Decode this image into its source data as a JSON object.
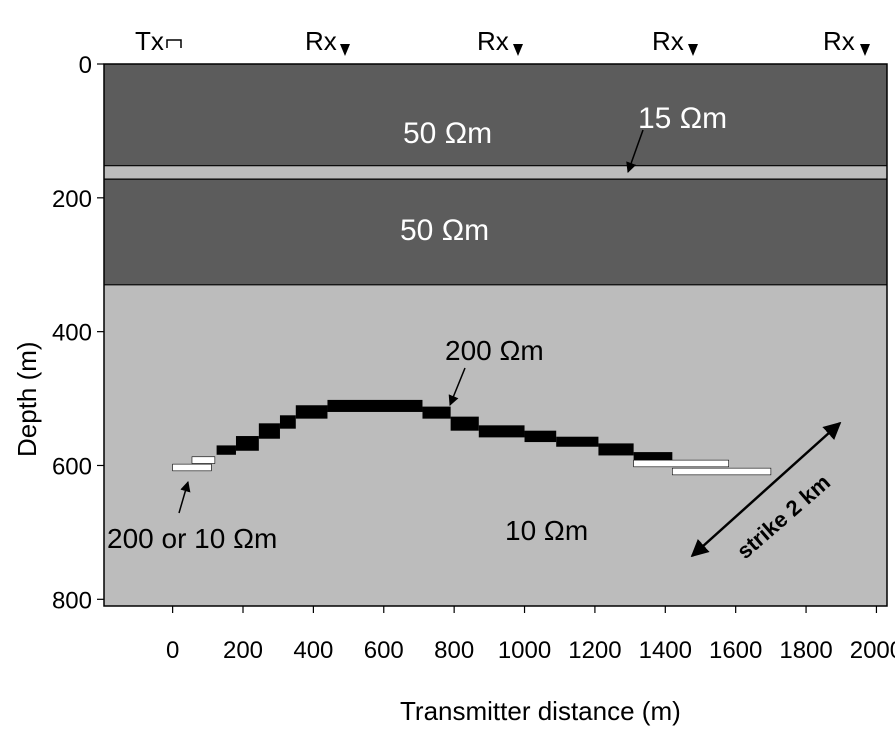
{
  "transmitter": {
    "label": "Tx",
    "x": 0
  },
  "receivers": [
    {
      "label": "Rx",
      "x": 500
    },
    {
      "label": "Rx",
      "x": 1000
    },
    {
      "label": "Rx",
      "x": 1500
    },
    {
      "label": "Rx",
      "x": 2000
    }
  ],
  "axes": {
    "x_title": "Transmitter distance (m)",
    "y_title": "Depth (m)",
    "x_ticks": [
      0,
      200,
      400,
      600,
      800,
      1000,
      1200,
      1400,
      1600,
      1800,
      2000
    ],
    "y_ticks": [
      0,
      200,
      400,
      600,
      800
    ],
    "x_range": [
      -195,
      2030
    ],
    "y_range": [
      0,
      810
    ]
  },
  "layers": [
    {
      "top": 0,
      "bottom": 152,
      "resistivity": "50 Ωm",
      "color": "#5c5c5c"
    },
    {
      "top": 152,
      "bottom": 172,
      "resistivity": "15 Ωm",
      "color": "#bcbcbc"
    },
    {
      "top": 172,
      "bottom": 330,
      "resistivity": "50 Ωm",
      "color": "#5c5c5c"
    },
    {
      "top": 330,
      "bottom": 810,
      "resistivity": "10 Ωm",
      "color": "#bcbcbc"
    }
  ],
  "reflector": {
    "label": "200 Ωm",
    "color": "#000000",
    "segments": [
      {
        "x0": 125,
        "x1": 180,
        "top": 570,
        "bottom": 584
      },
      {
        "x0": 180,
        "x1": 245,
        "top": 556,
        "bottom": 578
      },
      {
        "x0": 245,
        "x1": 305,
        "top": 537,
        "bottom": 560
      },
      {
        "x0": 305,
        "x1": 350,
        "top": 525,
        "bottom": 545
      },
      {
        "x0": 350,
        "x1": 440,
        "top": 510,
        "bottom": 530
      },
      {
        "x0": 440,
        "x1": 710,
        "top": 502,
        "bottom": 520
      },
      {
        "x0": 710,
        "x1": 790,
        "top": 512,
        "bottom": 530
      },
      {
        "x0": 790,
        "x1": 870,
        "top": 527,
        "bottom": 548
      },
      {
        "x0": 870,
        "x1": 1000,
        "top": 540,
        "bottom": 558
      },
      {
        "x0": 1000,
        "x1": 1090,
        "top": 548,
        "bottom": 565
      },
      {
        "x0": 1090,
        "x1": 1210,
        "top": 557,
        "bottom": 572
      },
      {
        "x0": 1210,
        "x1": 1310,
        "top": 567,
        "bottom": 585
      },
      {
        "x0": 1310,
        "x1": 1420,
        "top": 580,
        "bottom": 592
      }
    ]
  },
  "uncertain_segments": {
    "label": "200 or 10 Ωm",
    "color": "#ffffff",
    "segments": [
      {
        "x0": 55,
        "x1": 120,
        "top": 587,
        "bottom": 597
      },
      {
        "x0": 0,
        "x1": 110,
        "top": 598,
        "bottom": 608
      },
      {
        "x0": 1310,
        "x1": 1580,
        "top": 592,
        "bottom": 602
      },
      {
        "x0": 1420,
        "x1": 1700,
        "top": 604,
        "bottom": 614
      }
    ]
  },
  "strike": {
    "label": "strike 2 km"
  }
}
